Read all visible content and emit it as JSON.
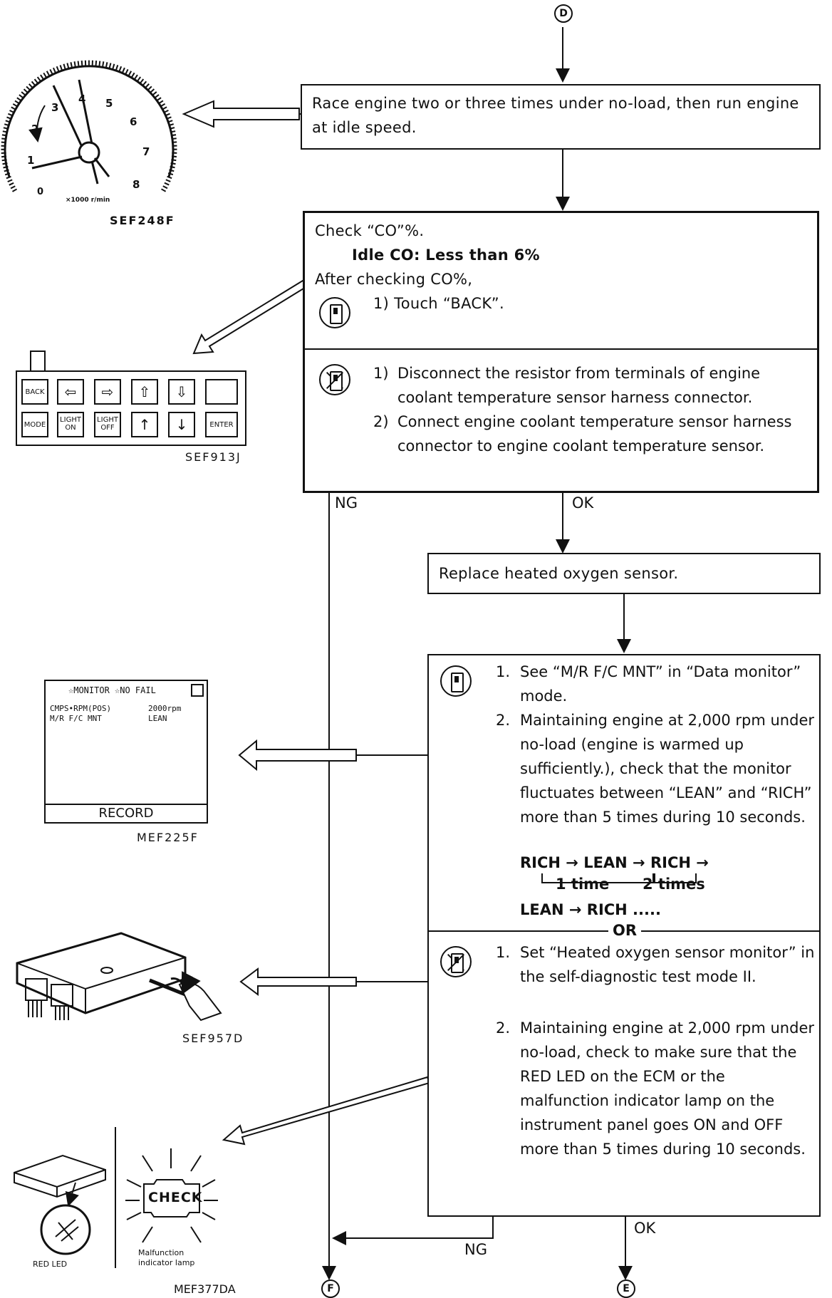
{
  "connectors": {
    "top": "D",
    "bottom_left": "F",
    "bottom_right": "E"
  },
  "box1": {
    "text": "Race engine two or three times under no-load, then run engine at idle speed."
  },
  "box2": {
    "line1": "Check “CO”%.",
    "line2": "Idle CO: Less than 6%",
    "line3": "After checking CO%,",
    "consult_step": "1)  Touch “BACK”.",
    "nocon_steps": [
      {
        "n": "1)",
        "text": "Disconnect the resistor from terminals of engine coolant temperature sensor harness connector."
      },
      {
        "n": "2)",
        "text": "Connect engine coolant temperature sensor harness connector to engine coolant temperature sensor."
      }
    ]
  },
  "branch1": {
    "ng": "NG",
    "ok": "OK"
  },
  "box3": {
    "text": "Replace heated oxygen sensor."
  },
  "box4": {
    "consult_steps": [
      {
        "n": "1.",
        "text": "See “M/R F/C MNT” in “Data monitor” mode."
      },
      {
        "n": "2.",
        "text": "Maintaining engine at 2,000 rpm under no-load (engine is warmed up sufficiently.), check that the monitor fluctuates between “LEAN” and “RICH” more than 5 times during 10 seconds."
      }
    ],
    "seq1": "RICH → LEAN → RICH →",
    "seq_1time": "1 time",
    "seq_2times": "2 times",
    "seq2": "LEAN → RICH .....",
    "or": "OR",
    "nocon_steps": [
      {
        "n": "1.",
        "text": "Set “Heated oxygen sensor monitor” in the self-diagnostic test mode II."
      },
      {
        "n": "2.",
        "text": "Maintaining engine at 2,000 rpm under no-load, check to make sure that the RED LED on the ECM or the malfunction indicator lamp on the instrument panel goes ON and OFF more than 5 times during 10 seconds."
      }
    ]
  },
  "branch2": {
    "ng": "NG",
    "ok": "OK"
  },
  "figures": {
    "tach": {
      "code": "SEF248F",
      "unit": "×1000 r/min",
      "digits": [
        "0",
        "1",
        "2",
        "3",
        "4",
        "5",
        "6",
        "7",
        "8"
      ]
    },
    "keypad": {
      "code": "SEF913J",
      "keys": [
        "BACK",
        "⇦",
        "⇨",
        "⇧",
        "⇩",
        "",
        "MODE",
        "LIGHT ON",
        "LIGHT OFF",
        "↑",
        "↓",
        "ENTER"
      ]
    },
    "monitor": {
      "code": "MEF225F",
      "header": "☆MONITOR  ☆NO FAIL",
      "row1_label": "CMPS•RPM(POS)",
      "row1_value": "2000rpm",
      "row2_label": "M/R F/C MNT",
      "row2_value": "LEAN",
      "button": "RECORD"
    },
    "ecm": {
      "code": "SEF957D"
    },
    "led": {
      "code": "MEF377DA",
      "red_led": "RED LED",
      "check": "CHECK",
      "mil": "Malfunction indicator lamp"
    }
  }
}
